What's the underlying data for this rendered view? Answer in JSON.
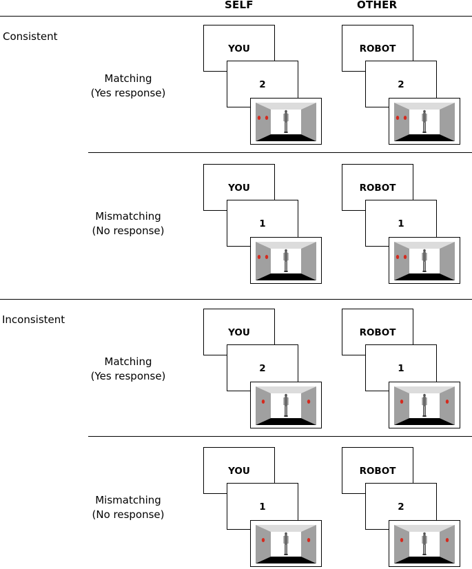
{
  "columns": {
    "self": "SELF",
    "other": "OTHER"
  },
  "groups": [
    {
      "label": "Consistent",
      "rows": [
        {
          "label_line1": "Matching",
          "label_line2": "(Yes response)",
          "self": {
            "cue": "YOU",
            "number": "2",
            "left_dots": 2,
            "right_dots": 0
          },
          "other": {
            "cue": "ROBOT",
            "number": "2",
            "left_dots": 2,
            "right_dots": 0
          }
        },
        {
          "label_line1": "Mismatching",
          "label_line2": "(No response)",
          "self": {
            "cue": "YOU",
            "number": "1",
            "left_dots": 2,
            "right_dots": 0
          },
          "other": {
            "cue": "ROBOT",
            "number": "1",
            "left_dots": 2,
            "right_dots": 0
          }
        }
      ]
    },
    {
      "label": "Inconsistent",
      "rows": [
        {
          "label_line1": "Matching",
          "label_line2": "(Yes response)",
          "self": {
            "cue": "YOU",
            "number": "2",
            "left_dots": 1,
            "right_dots": 1
          },
          "other": {
            "cue": "ROBOT",
            "number": "1",
            "left_dots": 1,
            "right_dots": 1
          }
        },
        {
          "label_line1": "Mismatching",
          "label_line2": "(No response)",
          "self": {
            "cue": "YOU",
            "number": "1",
            "left_dots": 1,
            "right_dots": 1
          },
          "other": {
            "cue": "ROBOT",
            "number": "2",
            "left_dots": 1,
            "right_dots": 1
          }
        }
      ]
    }
  ],
  "colors": {
    "dot": "#d42a1e",
    "wall": "#a0a0a0",
    "ceiling": "#dcdcdc",
    "floor": "#000000"
  }
}
